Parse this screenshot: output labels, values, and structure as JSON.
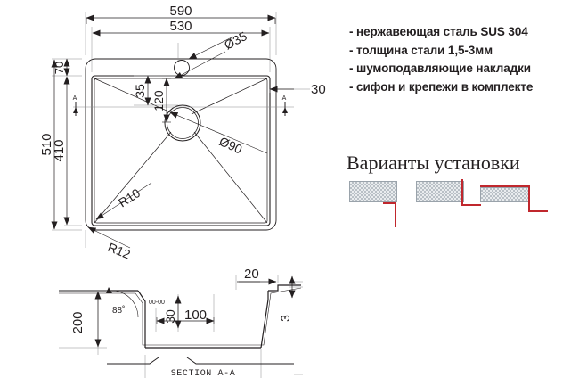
{
  "document": {
    "type": "technical-drawing",
    "subject": "kitchen-sink"
  },
  "specs": {
    "items": [
      "- нержавеющая сталь SUS 304",
      "- толщина стали 1,5-3мм",
      "- шумоподавляющие накладки",
      "- сифон и крепежи в комплекте"
    ]
  },
  "variants": {
    "title": "Варианты установки",
    "items": [
      {
        "name": "flush-mount-undermount"
      },
      {
        "name": "undermount-below-counter"
      },
      {
        "name": "topmount-overlay"
      }
    ],
    "accent_color": "#c0272d",
    "box_border_color": "#9aa3ab",
    "box_fill_color": "#e9ecee"
  },
  "top_view": {
    "dimensions": {
      "overall_width": "590",
      "bowl_width": "530",
      "overall_height": "510",
      "bowl_height": "410",
      "top_offset": "70",
      "right_offset": "30",
      "faucet_hole_edge_distance": "35",
      "drain_center_distance": "120",
      "faucet_hole_diameter": "Ø35",
      "drain_hole_diameter": "Ø90",
      "inner_radius": "R10",
      "outer_radius": "R12"
    },
    "section_marks": {
      "left": "A",
      "right": "A"
    }
  },
  "section_view": {
    "title": "SECTION A-A",
    "dimensions": {
      "depth": "200",
      "wall_angle": "88˚",
      "drain_offset": "30",
      "drain_width": "100",
      "rim_width": "20",
      "rim_thickness": "3",
      "small_note": "00-00"
    }
  },
  "colors": {
    "line": "#231f20",
    "thin_line": "#6d6e71",
    "background": "#ffffff"
  }
}
